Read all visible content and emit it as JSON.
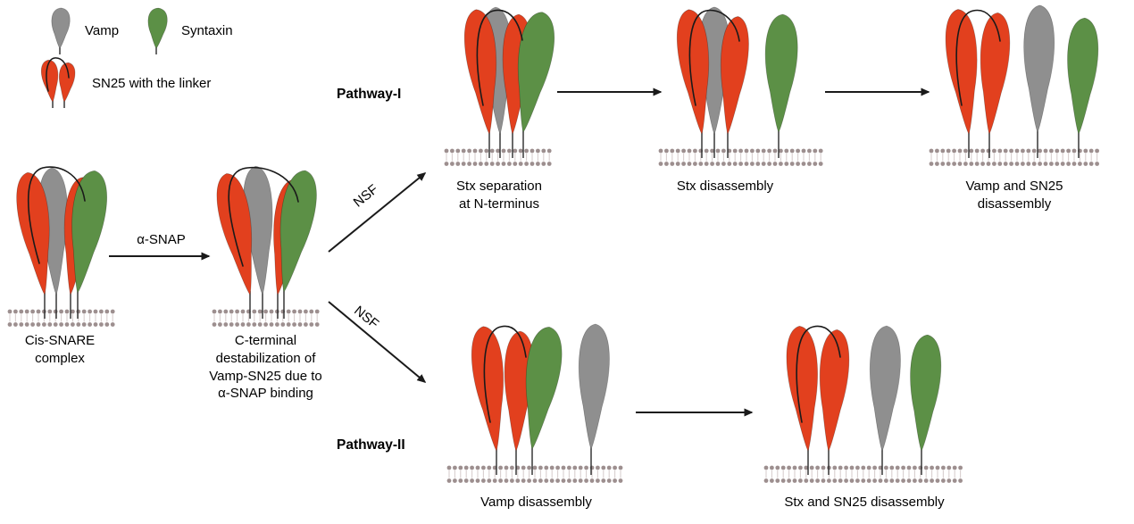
{
  "legend": {
    "vamp_label": "Vamp",
    "syntaxin_label": "Syntaxin",
    "sn25_label": "SN25 with the linker"
  },
  "labels": {
    "alpha_snap": "α-SNAP",
    "nsf_up": "NSF",
    "nsf_down": "NSF",
    "pathway1": "Pathway-I",
    "pathway2": "Pathway-II",
    "cis_snare": "Cis-SNARE\ncomplex",
    "c_terminal": "C-terminal\ndestabilization of\nVamp-SN25 due to\nα-SNAP binding",
    "stx_separation": "Stx separation\nat N-terminus",
    "stx_disassembly": "Stx disassembly",
    "vamp_sn25_disassembly": "Vamp and SN25\ndisassembly",
    "vamp_disassembly": "Vamp disassembly",
    "stx_sn25_disassembly": "Stx and SN25 disassembly"
  },
  "colors": {
    "vamp": "#8f8f8f",
    "syntaxin": "#5c9046",
    "sn25": "#e2401e",
    "membrane_head": "#9d8f8f",
    "membrane_tail": "#d8cfcf",
    "arrow": "#1a1a1a",
    "linker": "#1a1a1a",
    "text": "#000000"
  }
}
